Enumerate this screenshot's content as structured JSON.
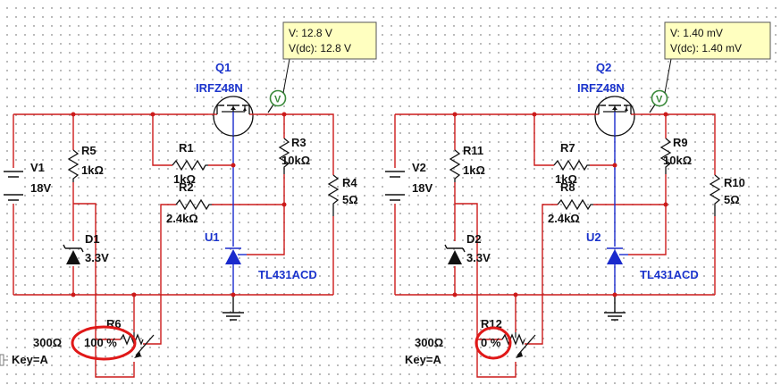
{
  "circuit_left": {
    "probe_lines": [
      "V: 12.8 V",
      "V(dc): 12.8 V"
    ],
    "transistor": {
      "ref": "Q1",
      "part": "IRFZ48N"
    },
    "source": {
      "ref": "V1",
      "value": "18V"
    },
    "r_a": {
      "ref": "R5",
      "value": "1kΩ"
    },
    "r_b": {
      "ref": "R1",
      "value": "1kΩ"
    },
    "r_c": {
      "ref": "R2",
      "value": "2.4kΩ"
    },
    "r_d": {
      "ref": "R3",
      "value": "10kΩ"
    },
    "r_e": {
      "ref": "R4",
      "value": "5Ω"
    },
    "diode": {
      "ref": "D1",
      "value": "3.3V"
    },
    "regulator": {
      "ref": "U1",
      "part": "TL431ACD"
    },
    "potentiometer": {
      "ref": "R6",
      "value": "300Ω",
      "setting": "100 %",
      "key": "Key=A"
    }
  },
  "circuit_right": {
    "probe_lines": [
      "V: 1.40 mV",
      "V(dc): 1.40 mV"
    ],
    "transistor": {
      "ref": "Q2",
      "part": "IRFZ48N"
    },
    "source": {
      "ref": "V2",
      "value": "18V"
    },
    "r_a": {
      "ref": "R11",
      "value": "1kΩ"
    },
    "r_b": {
      "ref": "R7",
      "value": "1kΩ"
    },
    "r_c": {
      "ref": "R8",
      "value": "2.4kΩ"
    },
    "r_d": {
      "ref": "R9",
      "value": "10kΩ"
    },
    "r_e": {
      "ref": "R10",
      "value": "5Ω"
    },
    "diode": {
      "ref": "D2",
      "value": "3.3V"
    },
    "regulator": {
      "ref": "U2",
      "part": "TL431ACD"
    },
    "potentiometer": {
      "ref": "R12",
      "value": "300Ω",
      "setting": "0 %",
      "key": "Key=A"
    }
  },
  "colors": {
    "wire": "#cc1a1a",
    "wire_blue": "#1a2acc",
    "label_blue": "#1a33cc",
    "probe_box": "#ffffc0",
    "probe_icon": "#3a8a3a",
    "highlight": "#e01818"
  }
}
